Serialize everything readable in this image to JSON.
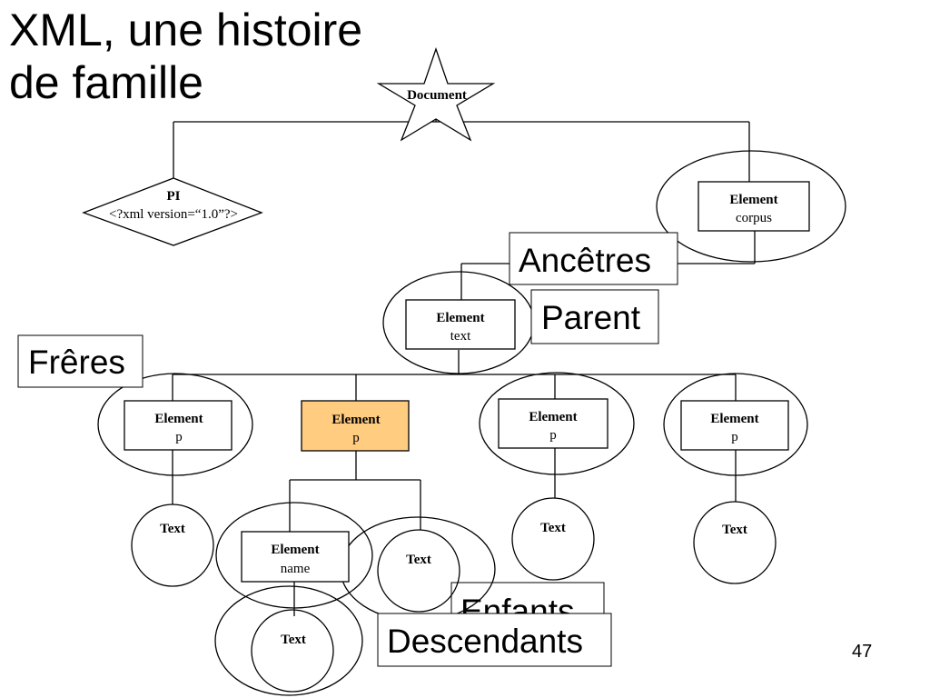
{
  "slide": {
    "title_line1": "XML, une histoire",
    "title_line2": "de famille",
    "page_number": "47"
  },
  "nodes": {
    "document": "Document",
    "pi": {
      "kind": "PI",
      "value": "<?xml version=“1.0”?>"
    },
    "corpus": {
      "kind": "Element",
      "name": "corpus"
    },
    "text_el": {
      "kind": "Element",
      "name": "text"
    },
    "p1": {
      "kind": "Element",
      "name": "p"
    },
    "p2": {
      "kind": "Element",
      "name": "p"
    },
    "p3": {
      "kind": "Element",
      "name": "p"
    },
    "p4": {
      "kind": "Element",
      "name": "p"
    },
    "name_el": {
      "kind": "Element",
      "name": "name"
    },
    "text_p1": "Text",
    "text_p2": "Text",
    "text_p3": "Text",
    "text_p4": "Text",
    "text_name": "Text"
  },
  "labels": {
    "ancetres": "Ancêtres",
    "parent": "Parent",
    "freres": "Frêres",
    "enfants": "Enfants",
    "descendants": "Descendants"
  },
  "colors": {
    "highlight_fill": "#FFCC80",
    "stroke": "#000000",
    "background": "#FFFFFF"
  }
}
